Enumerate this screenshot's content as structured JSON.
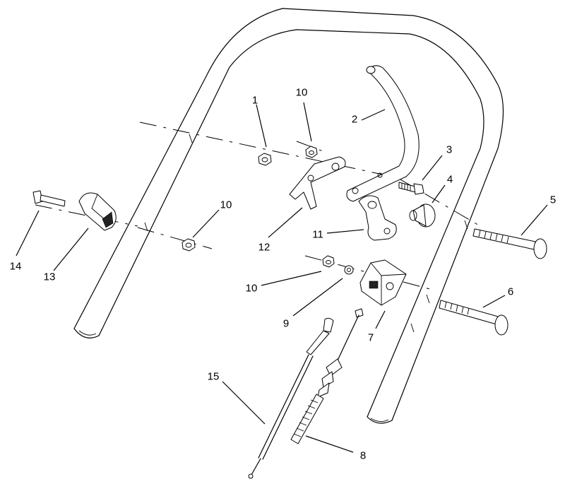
{
  "callouts": [
    {
      "id": "1",
      "label": "1"
    },
    {
      "id": "2",
      "label": "2"
    },
    {
      "id": "3",
      "label": "3"
    },
    {
      "id": "4",
      "label": "4"
    },
    {
      "id": "5",
      "label": "5"
    },
    {
      "id": "6",
      "label": "6"
    },
    {
      "id": "7",
      "label": "7"
    },
    {
      "id": "8",
      "label": "8"
    },
    {
      "id": "9",
      "label": "9"
    },
    {
      "id": "10a",
      "label": "10"
    },
    {
      "id": "10b",
      "label": "10"
    },
    {
      "id": "10c",
      "label": "10"
    },
    {
      "id": "11",
      "label": "11"
    },
    {
      "id": "12",
      "label": "12"
    },
    {
      "id": "13",
      "label": "13"
    },
    {
      "id": "14",
      "label": "14"
    },
    {
      "id": "15",
      "label": "15"
    }
  ]
}
